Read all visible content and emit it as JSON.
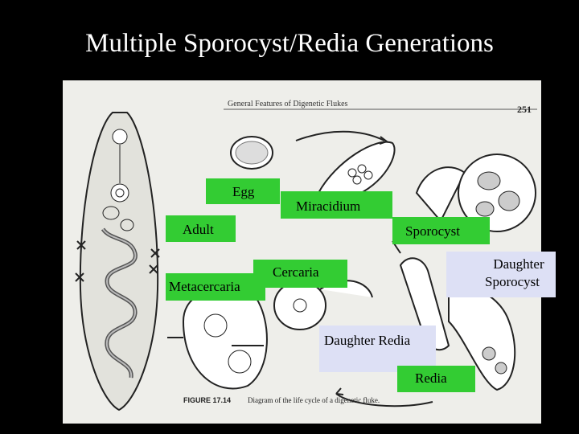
{
  "slide": {
    "title": "Multiple Sporocyst/Redia Generations"
  },
  "figure": {
    "page_header": "General Features of Digenetic Flukes",
    "page_number": "251",
    "caption_label": "FIGURE 17.14",
    "caption_text": "Diagram of the life cycle of a digenetic fluke."
  },
  "labels": {
    "egg": "Egg",
    "miracidium": "Miracidium",
    "adult": "Adult",
    "sporocyst": "Sporocyst",
    "daughter_sporocyst_line1": "Daughter",
    "daughter_sporocyst_line2": "Sporocyst",
    "cercaria": "Cercaria",
    "metacercaria": "Metacercaria",
    "daughter_redia": "Daughter Redia",
    "redia": "Redia"
  },
  "colors": {
    "green_label": "#33cc33",
    "lavender_label": "#dde0f5",
    "background": "#000000",
    "scan_paper": "#eeeeea"
  }
}
